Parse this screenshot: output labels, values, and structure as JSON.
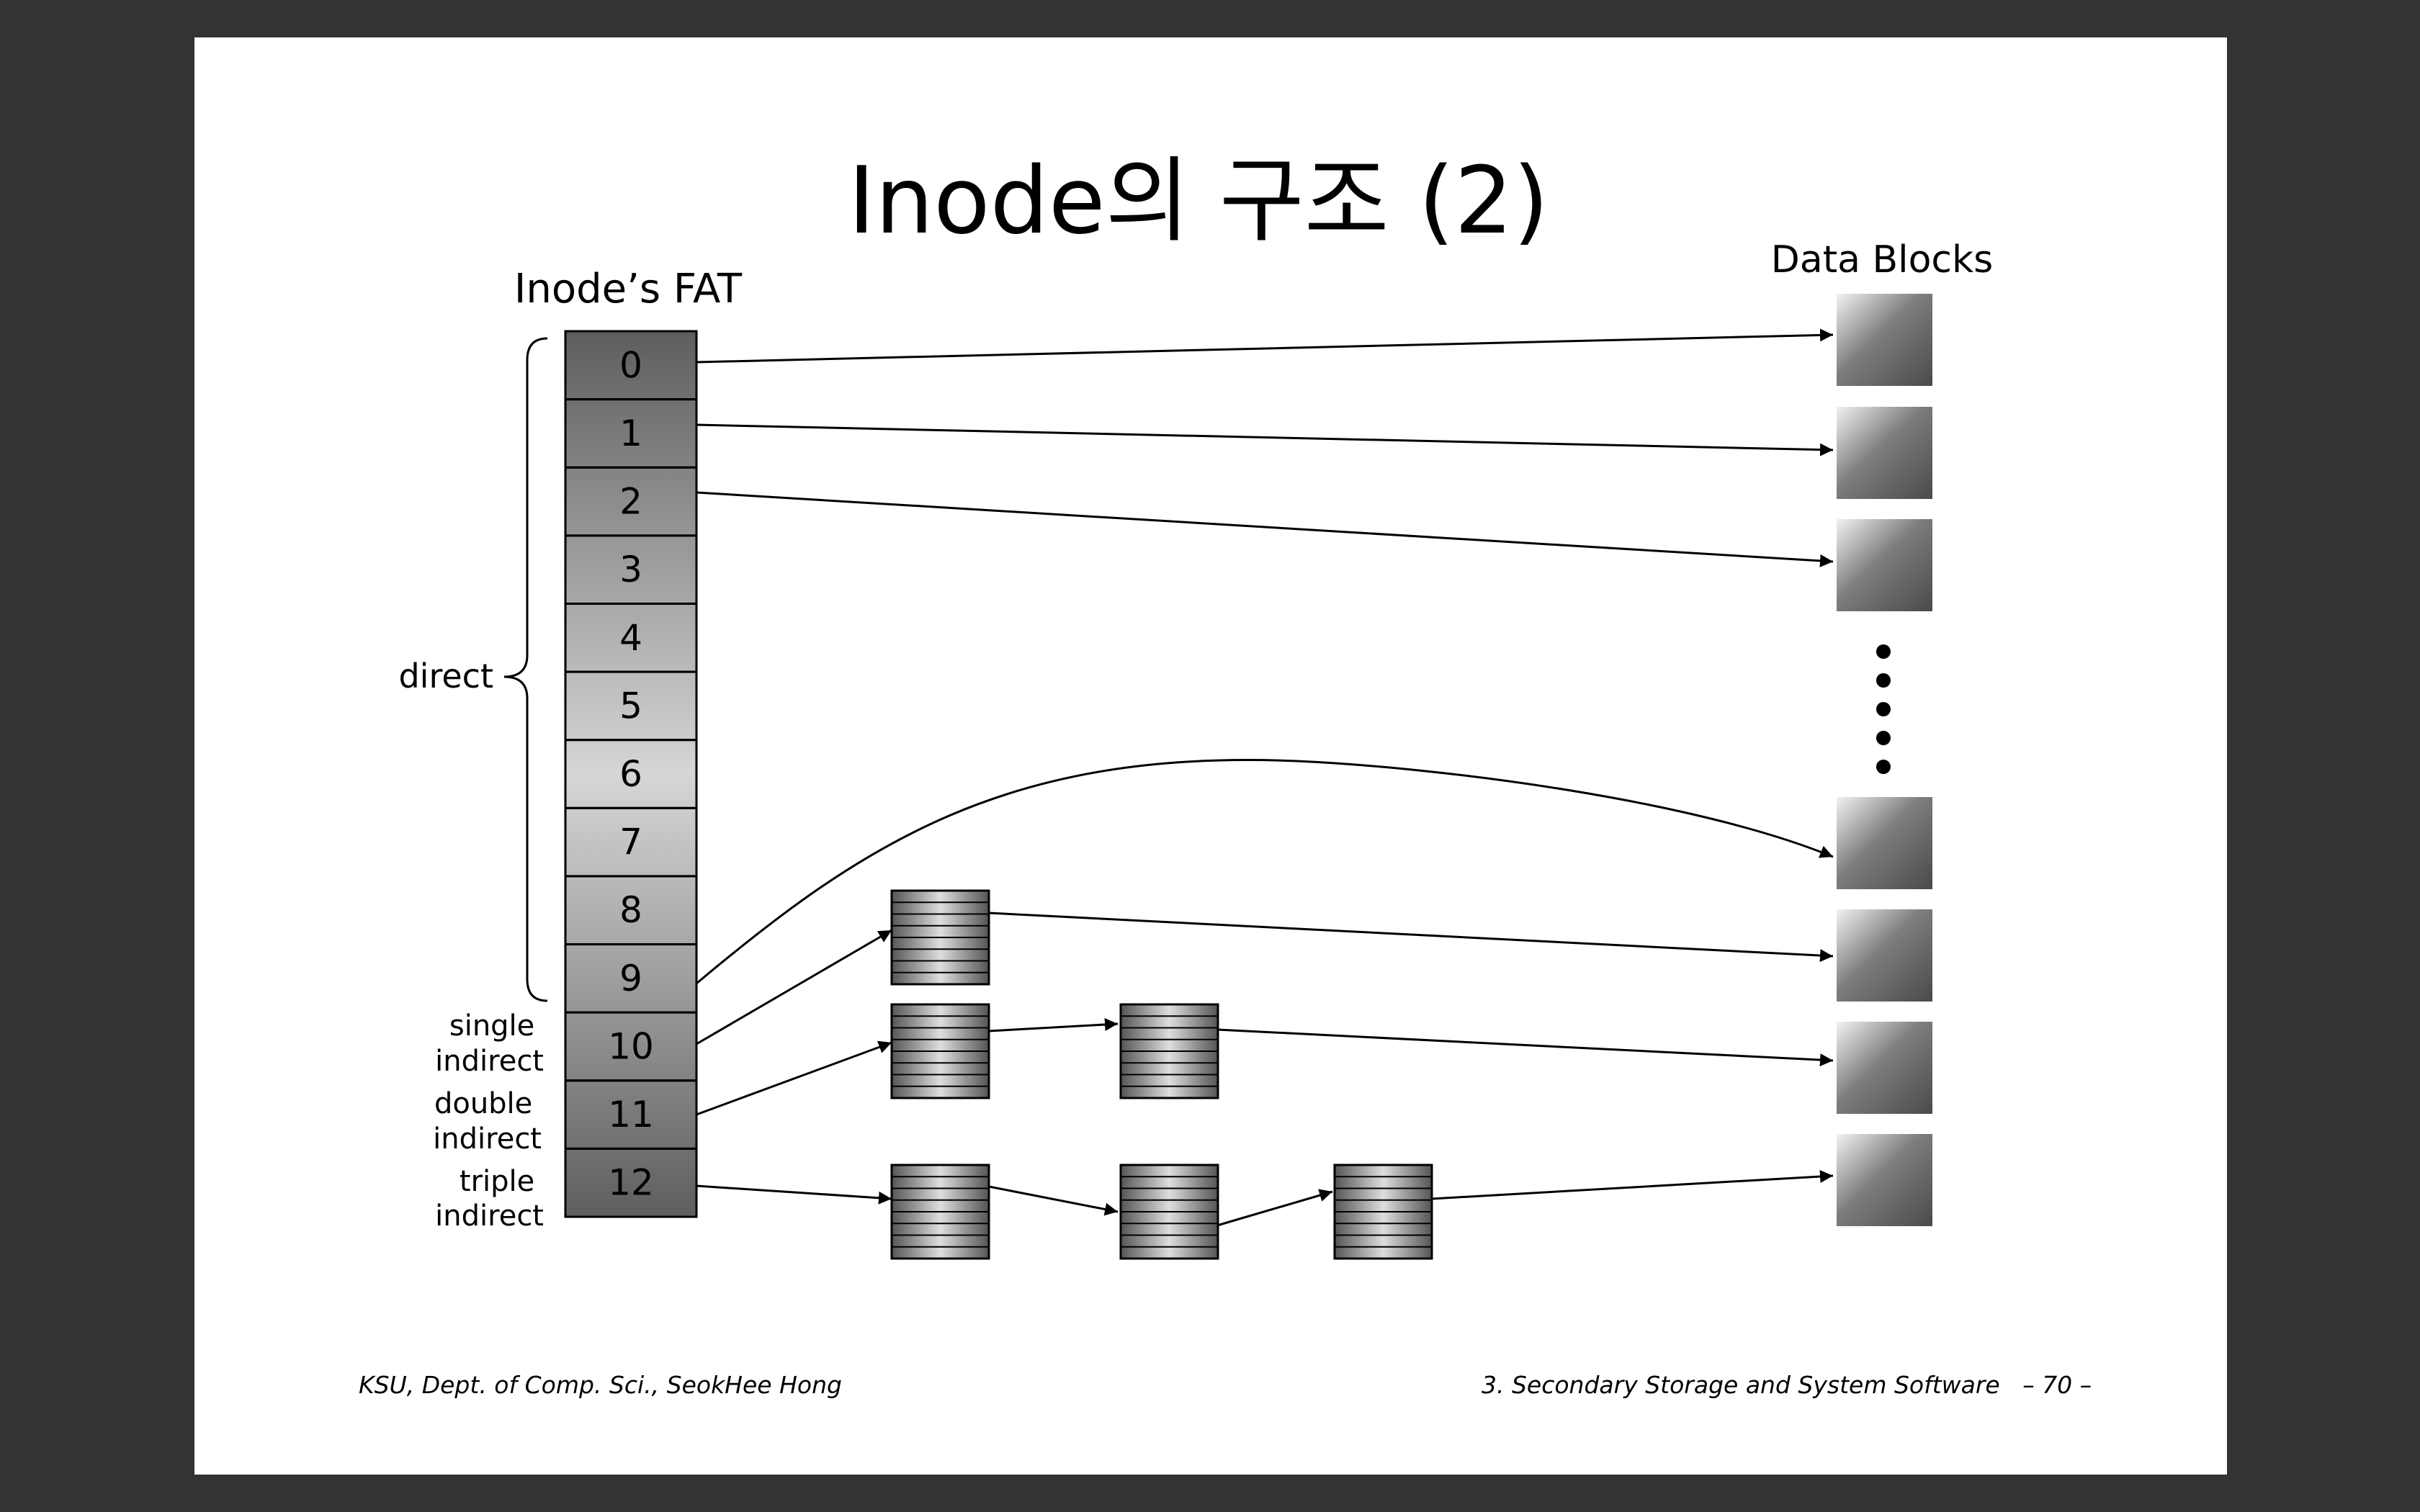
{
  "slide": {
    "title": "Inode의 구조 (2)",
    "fat_label": "Inode’s FAT",
    "data_blocks_label": "Data Blocks",
    "fat_entries": [
      "0",
      "1",
      "2",
      "3",
      "4",
      "5",
      "6",
      "7",
      "8",
      "9",
      "10",
      "11",
      "12"
    ],
    "direct_label": "direct",
    "single_label": [
      "single",
      "indirect"
    ],
    "double_label": [
      "double",
      "indirect"
    ],
    "triple_label": [
      "triple",
      "indirect"
    ],
    "footer_left": "KSU, Dept. of Comp. Sci., SeokHee Hong",
    "footer_right": "3. Secondary Storage and System Software   – 70 –"
  }
}
